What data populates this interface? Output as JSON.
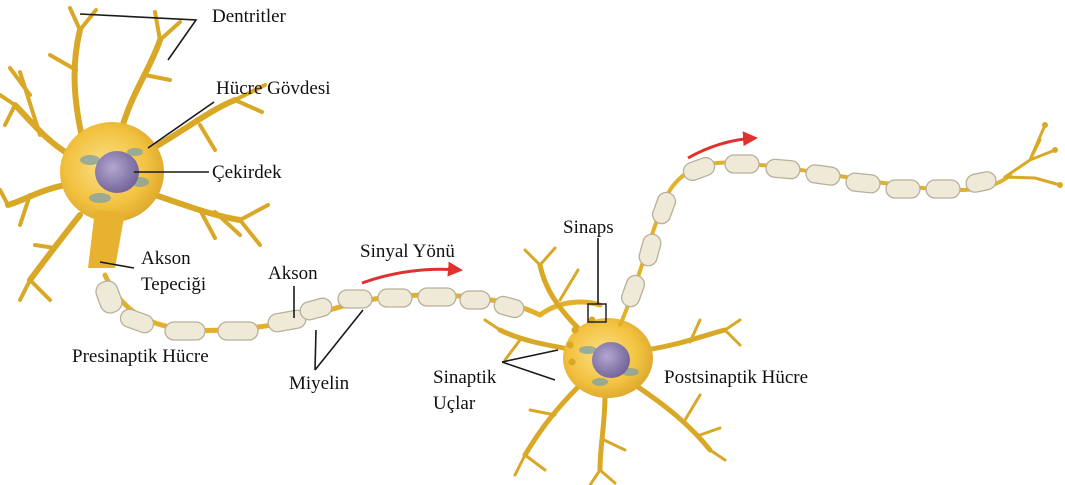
{
  "colors": {
    "cell_body": "#f4c542",
    "dendrite": "#d9a826",
    "myelin": "#efe9d8",
    "nucleus": "#8e7fb3",
    "arrow": "#e0312f"
  },
  "labels": {
    "dentritler": "Dentritler",
    "hucre_govdesi": "Hücre Gövdesi",
    "cekirdek": "Çekirdek",
    "akson_tepecigi_1": "Akson",
    "akson_tepecigi_2": "Tepeciği",
    "akson": "Akson",
    "presinaptik_hucre": "Presinaptik Hücre",
    "miyelin": "Miyelin",
    "sinyal_yonu": "Sinyal Yönü",
    "sinaps": "Sinaps",
    "sinaptik_uclar_1": "Sinaptik",
    "sinaptik_uclar_2": "Uçlar",
    "postsinaptik_hucre": "Postsinaptik Hücre"
  }
}
